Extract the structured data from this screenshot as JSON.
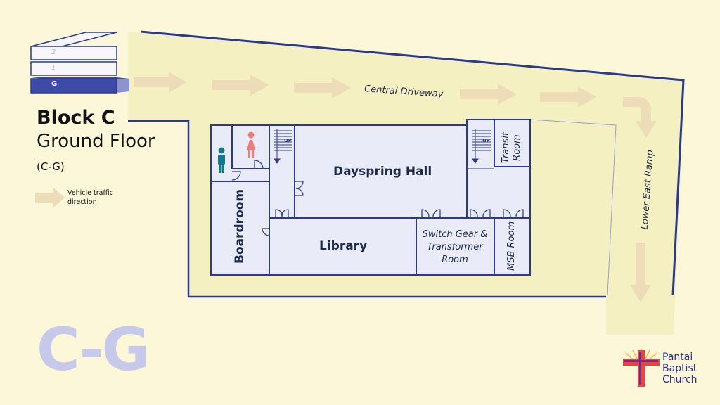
{
  "block": {
    "title": "Block C",
    "subtitle": "Ground Floor",
    "code": "(C-G)",
    "big_code": "C-G"
  },
  "floor_stack": {
    "levels": [
      "2",
      "1",
      "G"
    ],
    "current": "G"
  },
  "legend": {
    "text": "Vehicle traffic direction",
    "arrow_color": "#ecdcb8"
  },
  "rooms": {
    "dayspring": "Dayspring Hall",
    "library": "Library",
    "boardroom": "Boardroom",
    "switch_gear": "Switch Gear & Transformer Room",
    "msb": "MSB Room",
    "transit": "Transit Room"
  },
  "roads": {
    "central": "Central Driveway",
    "east_ramp": "Lower East Ramp"
  },
  "stairs": {
    "up_label": "UP"
  },
  "brand": {
    "name": "Pantai Baptist Church",
    "line1": "Pantai",
    "line2": "Baptist",
    "line3": "Church"
  },
  "icons": [
    "male-toilet-icon",
    "female-toilet-icon",
    "traffic-arrow-icon",
    "cross-logo-icon"
  ],
  "colors": {
    "background": "#fbf7d8",
    "driveway": "#f5f0c2",
    "wall": "#2b3a8c",
    "room_fill": "#e9ebf8",
    "arrow": "#ecdcb8",
    "male": "#127b8a",
    "female": "#ef7b7b",
    "floor_active": "#3d4aa8"
  }
}
